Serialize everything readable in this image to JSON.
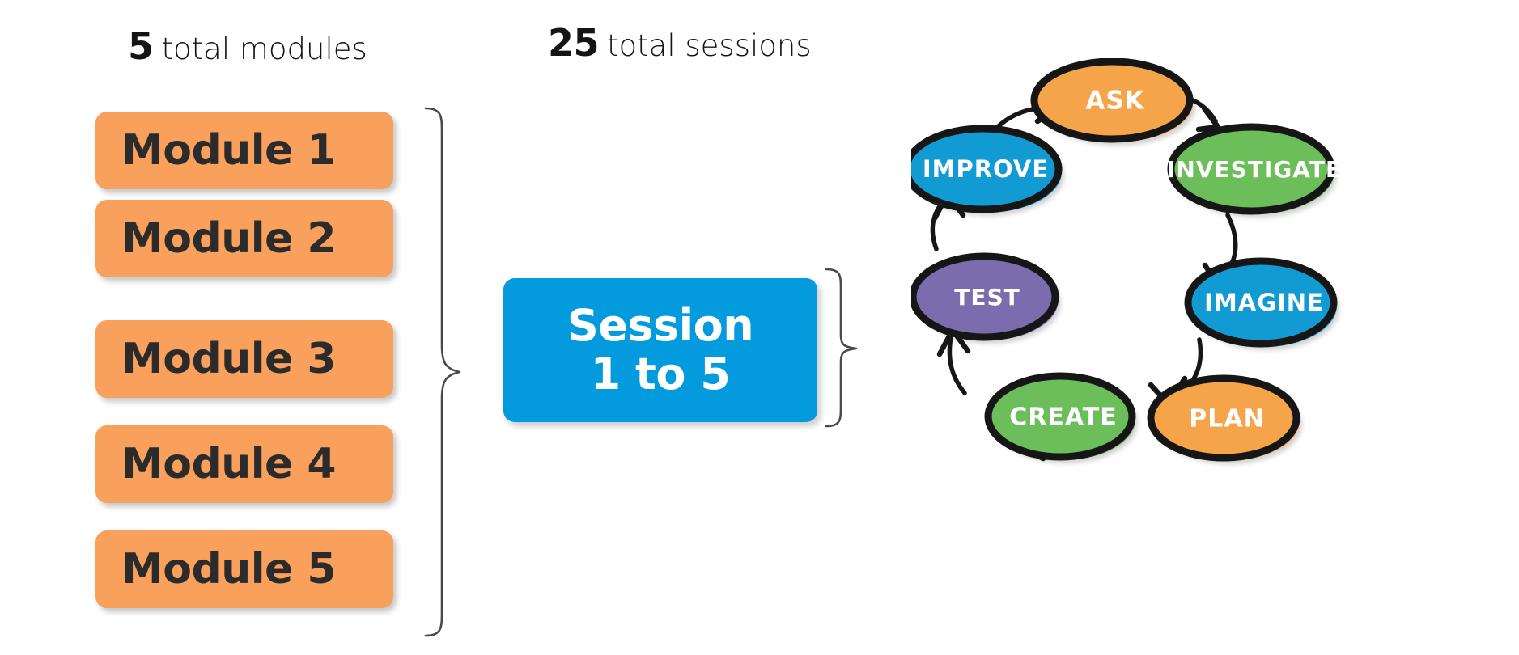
{
  "headings": {
    "modules": {
      "number": "5",
      "label": "total modules"
    },
    "sessions": {
      "number": "25",
      "label": "total sessions"
    }
  },
  "modules": {
    "items": [
      {
        "label": "Module 1"
      },
      {
        "label": "Module 2"
      },
      {
        "label": "Module 3"
      },
      {
        "label": "Module 4"
      },
      {
        "label": "Module 5"
      }
    ],
    "chip_color": "#F9A05C",
    "text_color": "#2B2B2B"
  },
  "session": {
    "line1": "Session",
    "line2": "1 to 5",
    "chip_color": "#049BDE",
    "text_color": "#FFFFFF"
  },
  "braces": {
    "modules_brace": "right-curly-brace",
    "sessions_brace": "right-curly-brace",
    "stroke_color": "#4A4A4A"
  },
  "cycle": {
    "title": "engineering design cycle",
    "outline_color": "#1A1A1A",
    "nodes": [
      {
        "label": "Ask",
        "color": "#F6A44A",
        "position": "top"
      },
      {
        "label": "Investigate",
        "color": "#6CBE5B",
        "position": "upper-right"
      },
      {
        "label": "Imagine",
        "color": "#129BD2",
        "position": "lower-right"
      },
      {
        "label": "Plan",
        "color": "#F6A44A",
        "position": "bottom-right"
      },
      {
        "label": "Create",
        "color": "#6CBE5B",
        "position": "bottom-left"
      },
      {
        "label": "Test",
        "color": "#7B6CAD",
        "position": "lower-left"
      },
      {
        "label": "Improve",
        "color": "#129BD2",
        "position": "upper-left"
      }
    ],
    "flow_order": [
      "Ask",
      "Investigate",
      "Imagine",
      "Plan",
      "Create",
      "Test",
      "Improve",
      "Ask"
    ],
    "arrow_count": 7
  }
}
